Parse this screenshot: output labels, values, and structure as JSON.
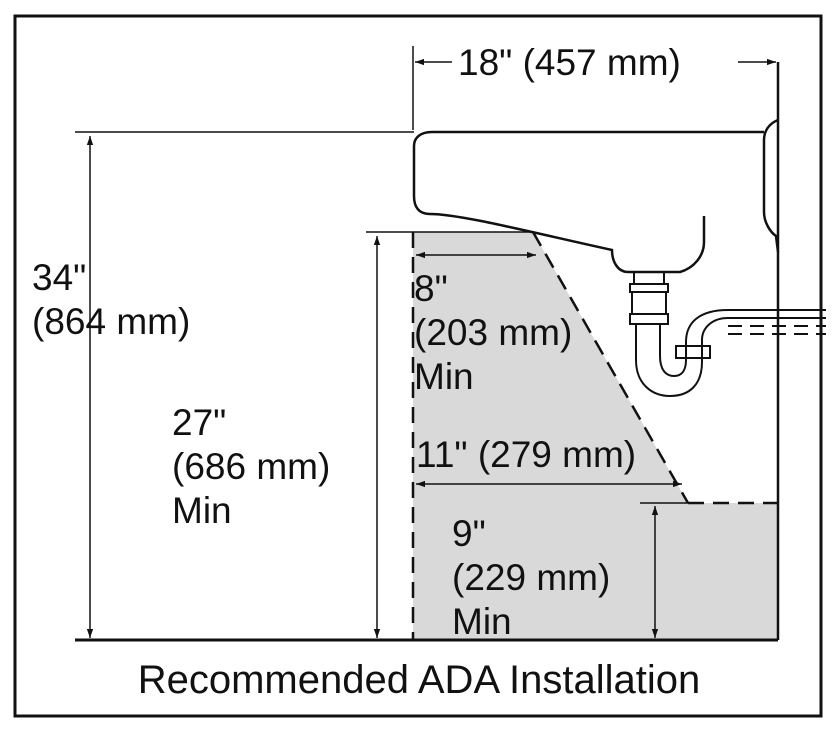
{
  "dimensions": {
    "sink_width": "18\" (457 mm)",
    "rim_height": [
      "34\"",
      "(864 mm)"
    ],
    "knee_height": [
      "27\"",
      "(686 mm)",
      "Min"
    ],
    "knee_depth": [
      "8\"",
      "(203 mm)",
      "Min"
    ],
    "toe_depth": "11\" (279 mm)",
    "toe_height": [
      "9\"",
      "(229 mm)",
      "Min"
    ]
  },
  "caption": "Recommended ADA Installation",
  "colors": {
    "line": "#111111",
    "clearance_fill": "#d9d9d9",
    "background": "#ffffff"
  }
}
